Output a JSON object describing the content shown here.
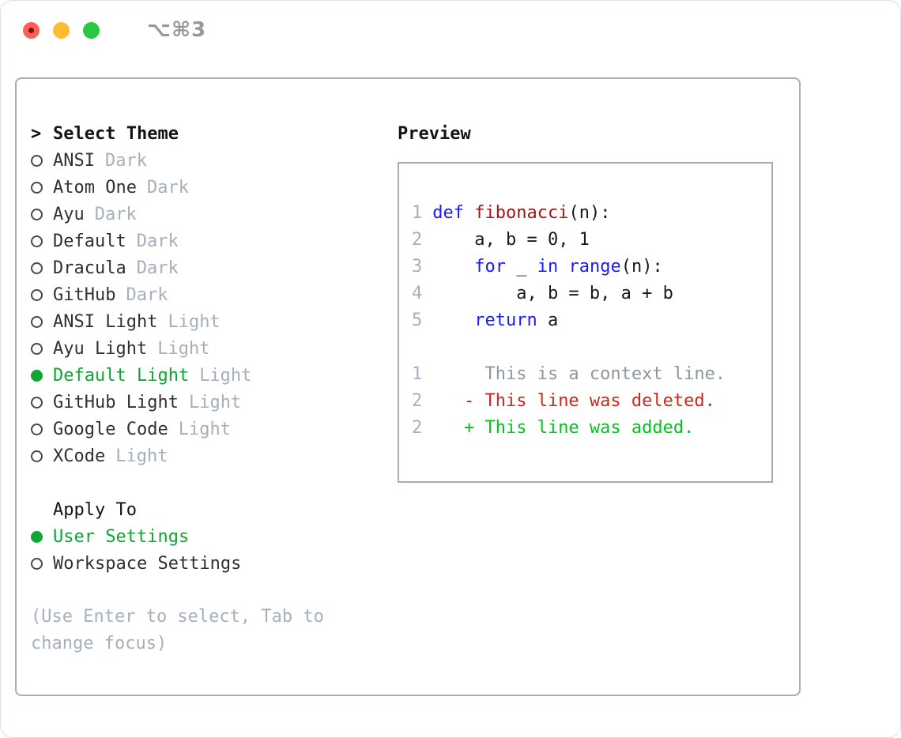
{
  "window": {
    "shortcut": "⌥⌘3"
  },
  "theme_panel": {
    "prompt": ">",
    "title": "Select Theme",
    "themes": [
      {
        "name": "ANSI",
        "variant": "Dark",
        "selected": false
      },
      {
        "name": "Atom One",
        "variant": "Dark",
        "selected": false
      },
      {
        "name": "Ayu",
        "variant": "Dark",
        "selected": false
      },
      {
        "name": "Default",
        "variant": "Dark",
        "selected": false
      },
      {
        "name": "Dracula",
        "variant": "Dark",
        "selected": false
      },
      {
        "name": "GitHub",
        "variant": "Dark",
        "selected": false
      },
      {
        "name": "ANSI Light",
        "variant": "Light",
        "selected": false
      },
      {
        "name": "Ayu Light",
        "variant": "Light",
        "selected": false
      },
      {
        "name": "Default Light",
        "variant": "Light",
        "selected": true
      },
      {
        "name": "GitHub Light",
        "variant": "Light",
        "selected": false
      },
      {
        "name": "Google Code",
        "variant": "Light",
        "selected": false
      },
      {
        "name": "XCode",
        "variant": "Light",
        "selected": false
      }
    ],
    "apply_to": {
      "title": "Apply To",
      "options": [
        {
          "name": "User Settings",
          "selected": true
        },
        {
          "name": "Workspace Settings",
          "selected": false
        }
      ]
    },
    "help_lines": [
      "(Use Enter to select, Tab to",
      "change focus)"
    ]
  },
  "preview": {
    "title": "Preview",
    "code_lines": [
      {
        "num": "1",
        "tokens": [
          [
            "def",
            "kw"
          ],
          [
            " ",
            "pl"
          ],
          [
            "fibonacci",
            "fn"
          ],
          [
            "(n):",
            "pl"
          ]
        ]
      },
      {
        "num": "2",
        "tokens": [
          [
            "    a, b = 0, 1",
            "pl"
          ]
        ]
      },
      {
        "num": "3",
        "tokens": [
          [
            "    ",
            "pl"
          ],
          [
            "for",
            "kw"
          ],
          [
            " _ ",
            "pl"
          ],
          [
            "in",
            "kw"
          ],
          [
            " ",
            "pl"
          ],
          [
            "range",
            "kw"
          ],
          [
            "(n):",
            "pl"
          ]
        ]
      },
      {
        "num": "4",
        "tokens": [
          [
            "        a, b = b, a + b",
            "pl"
          ]
        ]
      },
      {
        "num": "5",
        "tokens": [
          [
            "    ",
            "pl"
          ],
          [
            "return",
            "kw"
          ],
          [
            " a",
            "pl"
          ]
        ]
      }
    ],
    "diff_lines": [
      {
        "num": "1",
        "tokens": [
          [
            "     This is a context line.",
            "ctx"
          ]
        ]
      },
      {
        "num": "2",
        "tokens": [
          [
            "   - This line was deleted.",
            "del"
          ]
        ]
      },
      {
        "num": "2",
        "tokens": [
          [
            "   + This line was added.",
            "add"
          ]
        ]
      }
    ]
  },
  "colors": {
    "selected_green": "#0fa634",
    "added_green": "#00c41e",
    "deleted_red": "#c8281a",
    "keyword_blue": "#1a1aff",
    "function_red": "#a31515",
    "muted_gray": "#a6b0bc",
    "context_gray": "#8d97a1",
    "border_gray": "#a4adb8",
    "text_dark": "#2c3138",
    "traffic_red": "#ff5f57",
    "traffic_yellow": "#febc2e",
    "traffic_green": "#28c840"
  }
}
